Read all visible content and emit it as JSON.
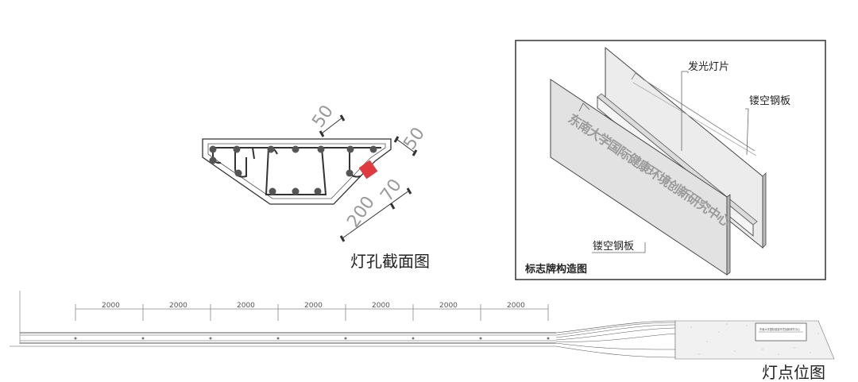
{
  "section_view": {
    "caption": "灯孔截面图",
    "dims": [
      "50",
      "50",
      "70",
      "200"
    ]
  },
  "sign_construction": {
    "caption": "标志牌构造图",
    "labels": {
      "light_film": "发光灯片",
      "back_steel_plate": "镂空钢板",
      "front_steel_plate": "镂空钢板"
    },
    "panel_text": "东南大学国际健康环境创新研究中心",
    "small_sign_text": "东南大学国际健康环境创新研究中心"
  },
  "plan_view": {
    "caption": "灯点位图",
    "spacing_labels": [
      "2000",
      "2000",
      "2000",
      "2000",
      "2000",
      "2000",
      "2000"
    ]
  },
  "colors": {
    "highlight": "#e03a3e",
    "line": "#333333"
  }
}
